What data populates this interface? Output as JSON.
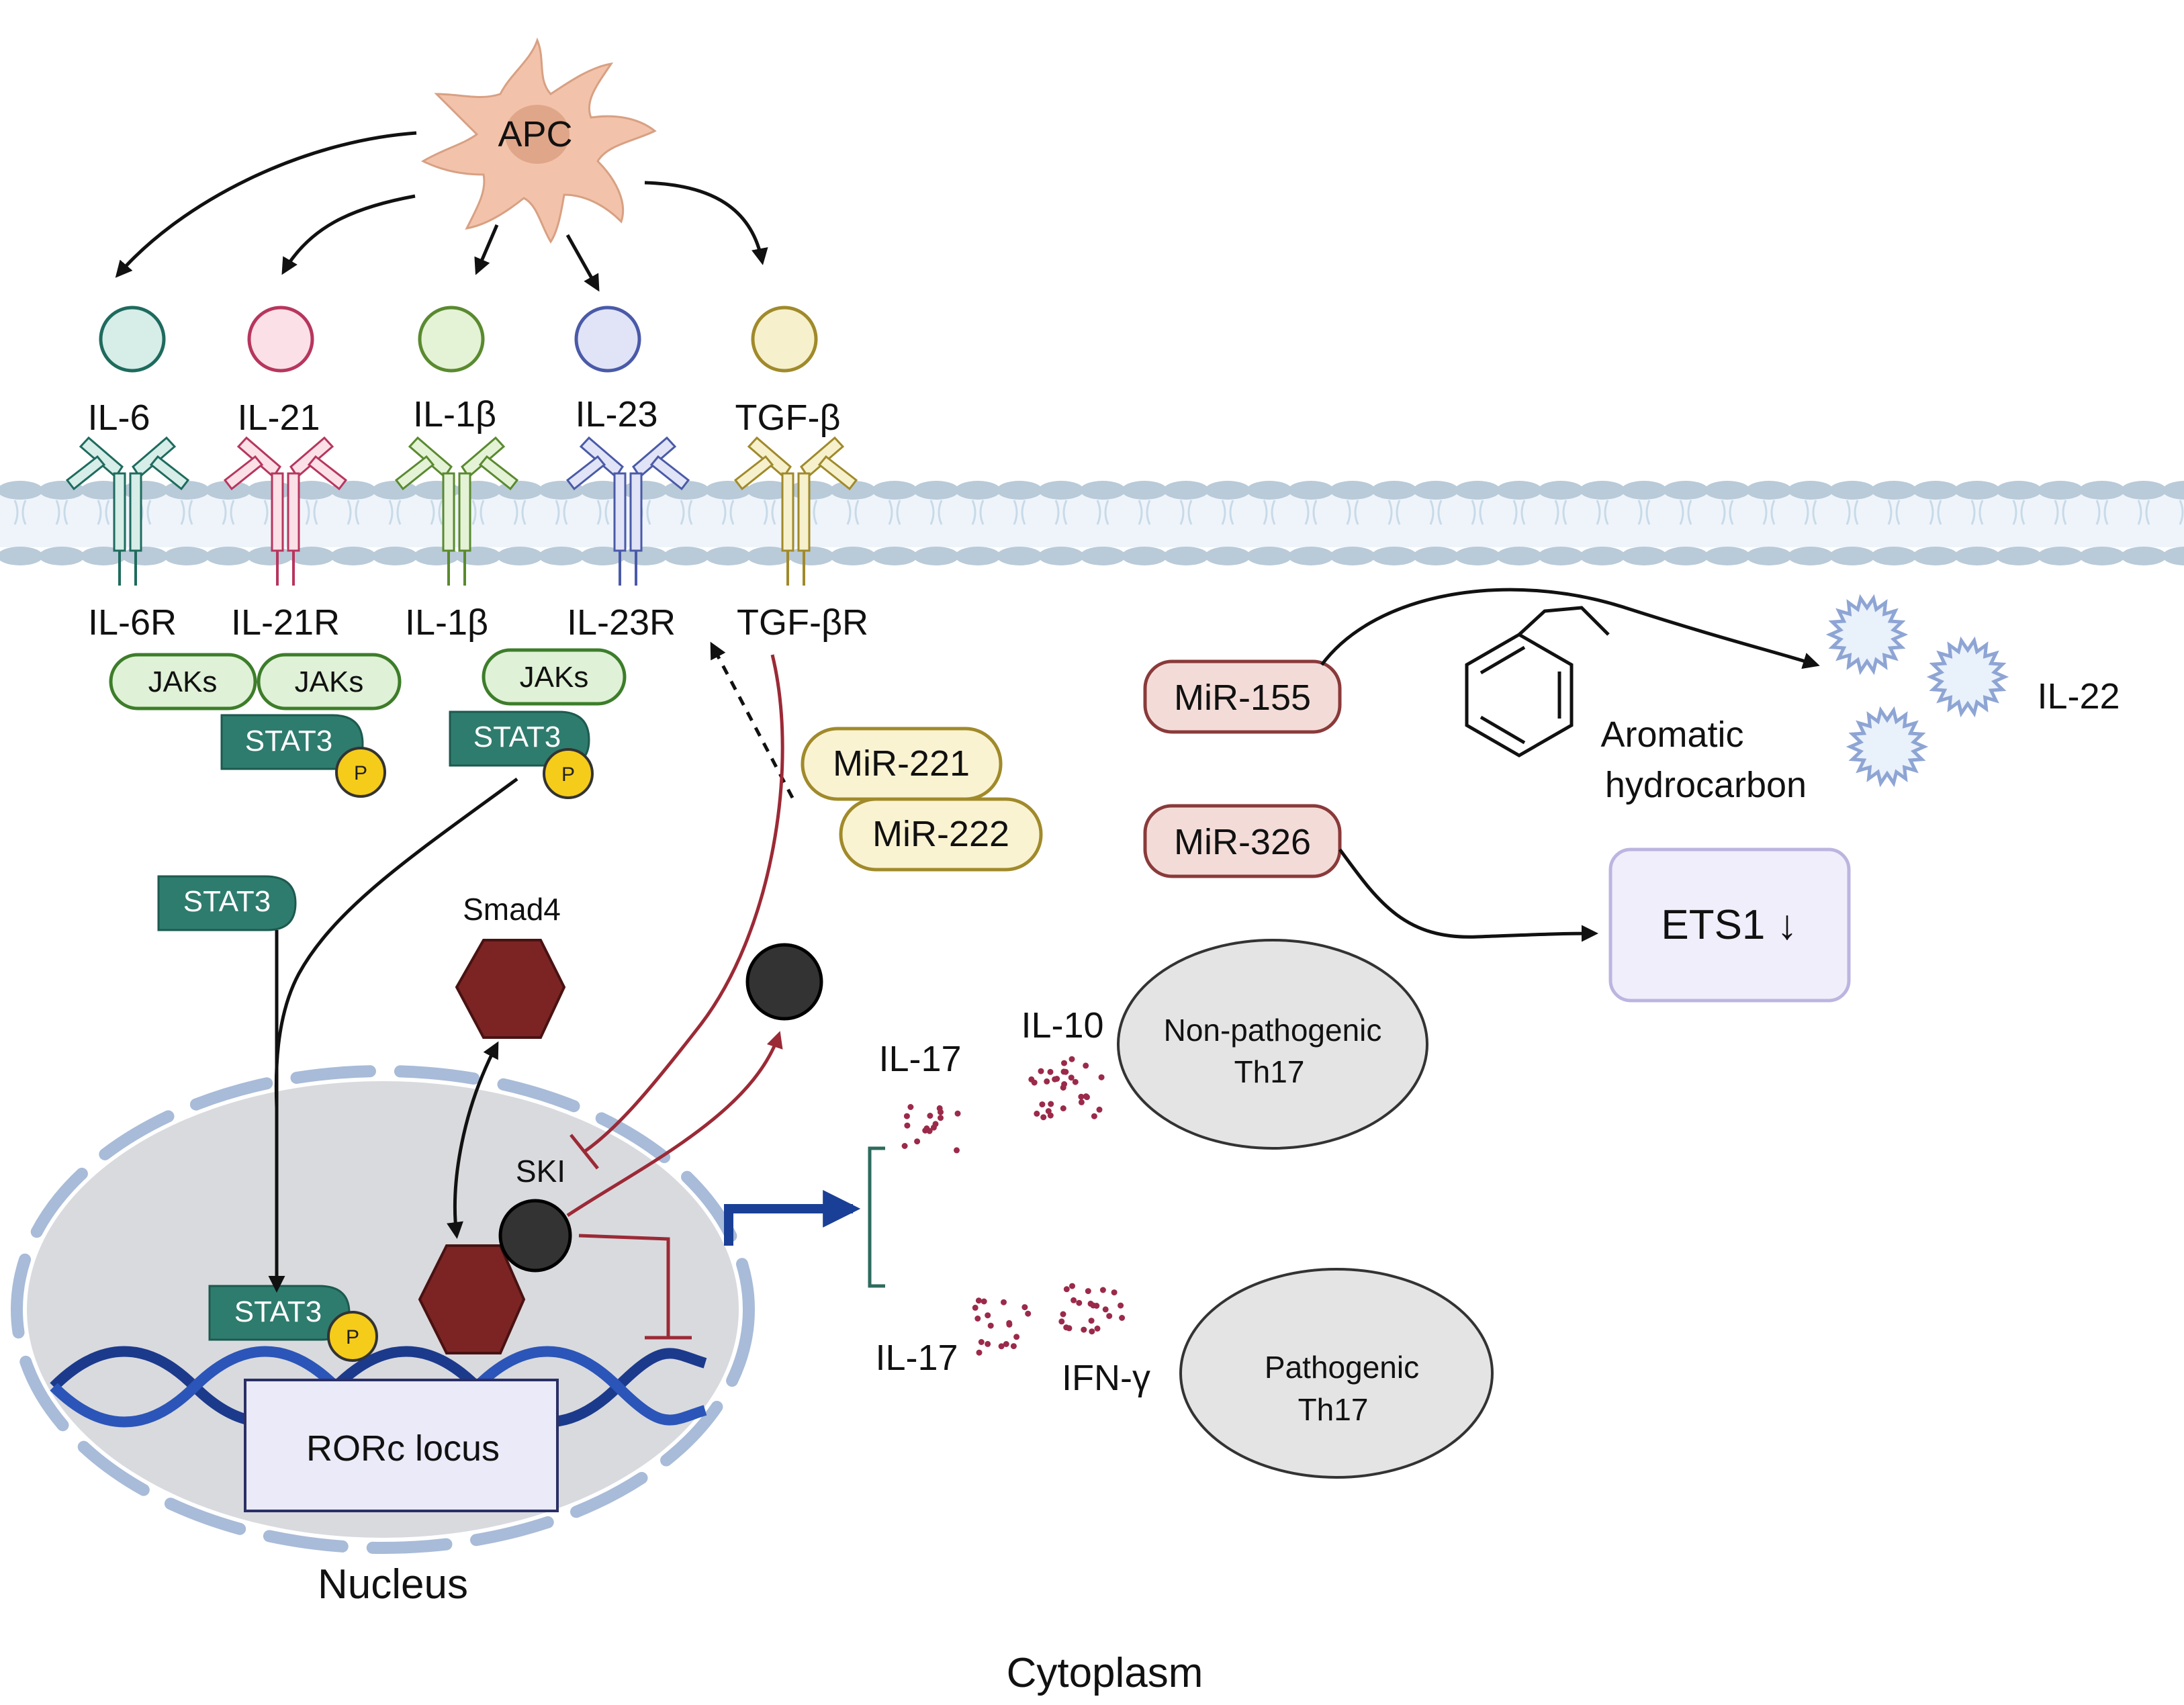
{
  "colors": {
    "il6": "#d6ede8",
    "il6_stroke": "#1e6b5e",
    "il21": "#fbe0e7",
    "il21_stroke": "#b7365e",
    "il1b": "#e4f2d6",
    "il1b_stroke": "#5a8a2f",
    "il23": "#e0e4f6",
    "il23_stroke": "#4a5aa8",
    "tgfb": "#f6f0cc",
    "tgfb_stroke": "#a08a2a",
    "membrane": "#b9cad8",
    "stat3": "#2e7c6e",
    "phospho": "#f5cc1a",
    "smad4": "#7c2424",
    "ski": "#333333",
    "dna": "#1c3a8c",
    "mir_red_fill": "#f3dcd8",
    "mir_red_stroke": "#8a3a3a",
    "mir_yellow_fill": "#faf3d2",
    "mir_yellow_stroke": "#a08a2a",
    "jak_fill": "#dff1d6",
    "jak_stroke": "#3d7d2a",
    "inhibit": "#9b2a36",
    "arrow_blue": "#1a3f96",
    "nucleus_fill": "#d9dade",
    "nucleus_envelope": "#a8bbd8",
    "ets1_fill": "#f1eefb",
    "ets1_stroke": "#bcb5e0",
    "cell_fill": "#e4e4e4"
  },
  "icons": [
    "apc-dendritic-cell-icon",
    "receptor-icon",
    "aromatic-hydrocarbon-structure-icon",
    "il22-starburst-icon",
    "smad4-hexagon-icon",
    "ski-circle-icon",
    "dna-helix-icon",
    "cytokine-dots-icon"
  ],
  "apc": {
    "label": "APC"
  },
  "cytokines": [
    {
      "name": "IL-6",
      "receptor": "IL-6R"
    },
    {
      "name": "IL-21",
      "receptor": "IL-21R"
    },
    {
      "name": "IL-1β",
      "receptor": "IL-1β"
    },
    {
      "name": "IL-23",
      "receptor": "IL-23R"
    },
    {
      "name": "TGF-β",
      "receptor": "TGF-βR"
    }
  ],
  "signaling": {
    "jak_1": "JAKs",
    "jak_2": "JAKs",
    "jak_3": "JAKs",
    "stat3_a": "STAT3",
    "stat3_b": "STAT3",
    "stat3_c": "STAT3",
    "stat3_d": "STAT3",
    "phospho": "P"
  },
  "mirnas": {
    "mir221": "MiR-221",
    "mir222": "MiR-222",
    "mir155": "MiR-155",
    "mir326": "MiR-326"
  },
  "right_panel": {
    "aromatic_line1": "Aromatic",
    "aromatic_line2": "hydrocarbon",
    "il22": "IL-22",
    "ets1": "ETS1 ↓"
  },
  "nucleus": {
    "smad4": "Smad4",
    "ski": "SKI",
    "rorc": "RORc locus",
    "label": "Nucleus"
  },
  "outputs": {
    "il17_top": "IL-17",
    "il10": "IL-10",
    "nonpath_line1": "Non-pathogenic",
    "nonpath_line2": "Th17",
    "il17_bottom": "IL-17",
    "ifng": "IFN-γ",
    "path_line1": "Pathogenic",
    "path_line2": "Th17"
  },
  "cytoplasm": "Cytoplasm"
}
